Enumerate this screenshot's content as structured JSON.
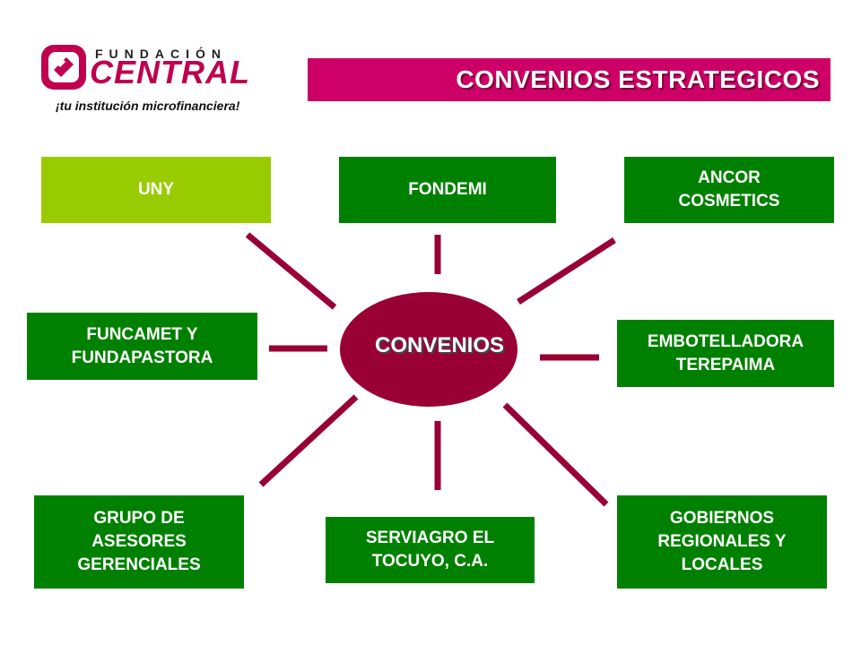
{
  "logo": {
    "top_text": "FUNDACIÓN",
    "main_text": "CENTRAL",
    "tagline": "¡tu institución microfinanciera!"
  },
  "title": "CONVENIOS ESTRATEGICOS",
  "center": "CONVENIOS",
  "partners": {
    "uny": "UNY",
    "fondemi": "FONDEMI",
    "ancor": "ANCOR\nCOSMETICS",
    "funcamet": "FUNCAMET Y\nFUNDAPASTORA",
    "embotelladora": "EMBOTELLADORA\nTEREPAIMA",
    "grupo": "GRUPO DE\nASESORES\nGERENCIALES",
    "serviagro": "SERVIAGRO EL\nTOCUYO, C.A.",
    "gobiernos": "GOBIERNOS\nREGIONALES Y\nLOCALES"
  },
  "colors": {
    "title_bar": "#cc0066",
    "box_green": "#008000",
    "box_light_green": "#99cc00",
    "connector": "#990033",
    "center_ellipse": "#990033",
    "logo_red": "#c0004f"
  },
  "icons": {
    "logo_mark": "fundacion-central-logo-icon"
  }
}
